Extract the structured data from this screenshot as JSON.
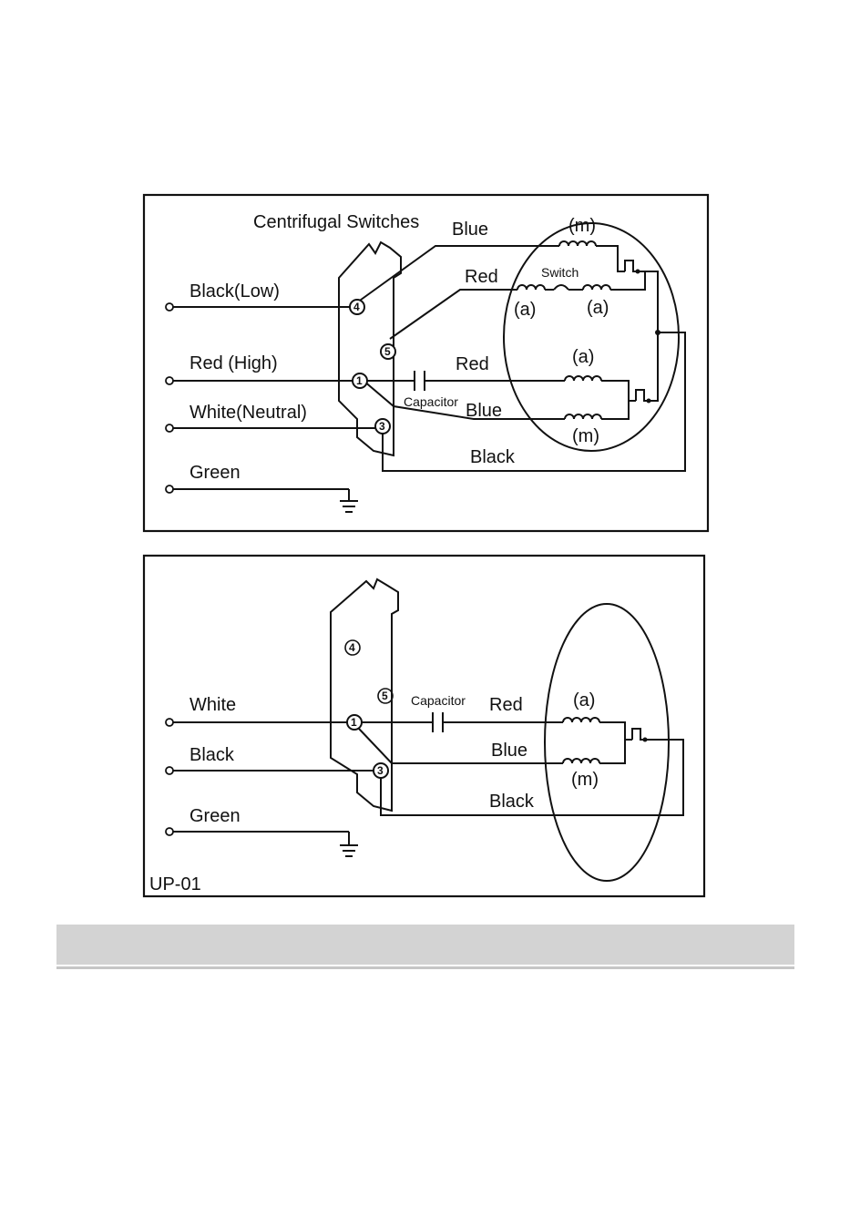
{
  "diagram1": {
    "title": "Centrifugal Switches",
    "inputs": [
      "Black(Low)",
      "Red (High)",
      "White(Neutral)",
      "Green"
    ],
    "wires": {
      "blue_top": "Blue",
      "red_top": "Red",
      "red_mid": "Red",
      "blue_mid": "Blue",
      "black_bottom": "Black"
    },
    "capacitor": "Capacitor",
    "switch": "Switch",
    "winding_labels": {
      "m_top": "(m)",
      "a_left": "(a)",
      "a_right": "(a)",
      "a_mid": "(a)",
      "m_bottom": "(m)"
    },
    "terminals": [
      "4",
      "5",
      "1",
      "3"
    ]
  },
  "diagram2": {
    "inputs": [
      "White",
      "Black",
      "Green"
    ],
    "wires": {
      "red": "Red",
      "blue": "Blue",
      "black": "Black"
    },
    "capacitor": "Capacitor",
    "winding_labels": {
      "a": "(a)",
      "m": "(m)"
    },
    "terminals": [
      "4",
      "5",
      "1",
      "3"
    ],
    "model": "UP-01"
  }
}
